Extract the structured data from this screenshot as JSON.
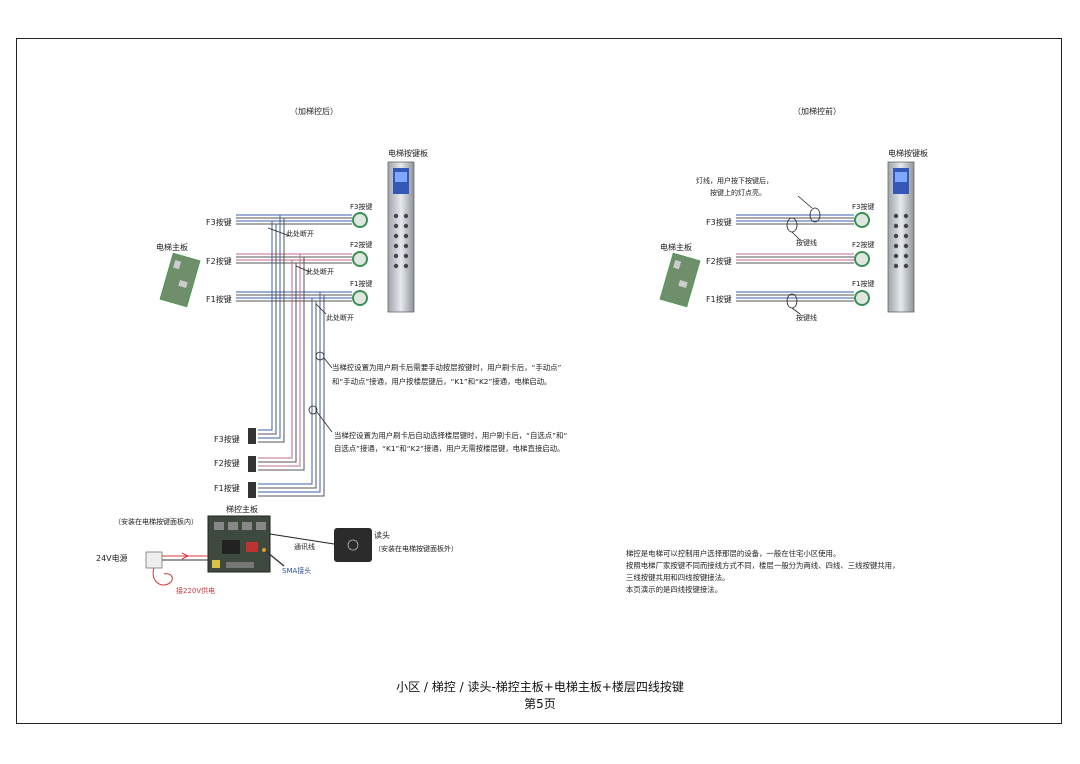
{
  "left": {
    "title": "（加梯控后）",
    "panel_title": "电梯按键板",
    "buttons": [
      "F3按键",
      "F2按键",
      "F1按键"
    ],
    "elevator_board": "电梯主板",
    "key_labels": [
      "F3按键",
      "F2按键",
      "F1按键"
    ],
    "cut_labels": [
      "此处断开",
      "此处断开",
      "此处断开"
    ],
    "note1_line1": "当梯控设置为用户刷卡后需要手动按层按键时，用户刷卡后，“手动点”",
    "note1_line2": "和“手动点”接通，用户按楼层键后，“K1”和“K2”接通，电梯启动。",
    "note2_line1": "当梯控设置为用户刷卡后自动选择楼层键时，用户刷卡后，“自选点”和“",
    "note2_line2": "自选点”接通，“K1”和“K2”接通，用户无需按楼层键，电梯直接启动。",
    "lower_keys": [
      "F3按键",
      "F2按键",
      "F1按键"
    ],
    "controller_title": "梯控主板",
    "controller_sub": "（安装在电梯按键面板内）",
    "power_label": "24V电源",
    "ac_label": "接220V供电",
    "antenna_label": "SMA接头",
    "comm_label": "通讯线",
    "reader_title": "读头",
    "reader_sub": "（安装在电梯按键面板外）"
  },
  "right": {
    "title": "（加梯控前）",
    "panel_title": "电梯按键板",
    "buttons": [
      "F3按键",
      "F2按键",
      "F1按键"
    ],
    "elevator_board": "电梯主板",
    "key_labels": [
      "F3按键",
      "F2按键",
      "F1按键"
    ],
    "lamp_line1": "灯线，用户按下按键后，",
    "lamp_line2": "按键上的灯点亮。",
    "key_wire1": "按键线",
    "key_wire2": "按键线",
    "desc_line1": "梯控是电梯可以控制用户选择那层的设备，一般在住宅小区使用。",
    "desc_line2": "按照电梯厂家按键不同而接线方式不同，楼层一般分为两线、四线、三线按键共用，",
    "desc_line3": "三线按键共用和四线按键接法。",
    "desc_line4": "本页演示的是四线按键接法。"
  },
  "footer": {
    "path": "小区 / 梯控 / 读头-梯控主板+电梯主板+楼层四线按键",
    "page": "第5页"
  },
  "colors": {
    "blue": "#3b5fa8",
    "pink": "#c06a8c",
    "gray": "#555555",
    "red": "#d23a3a",
    "green": "#3a8f55"
  }
}
